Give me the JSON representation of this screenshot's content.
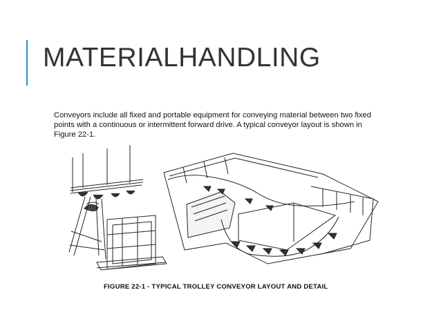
{
  "slide": {
    "title": "MATERIALHANDLING",
    "accent_color": "#2e8ec2",
    "body_lines": [
      "Conveyors include all fixed and portable equipment for conveying material between two fixed",
      "points with a continuous or intermittent forward drive.  A typical conveyor layout is shown in",
      "Figure 22-1."
    ],
    "figure": {
      "caption": "FIGURE 22-1  -  TYPICAL TROLLEY CONVEYOR LAYOUT AND DETAIL",
      "panels": [
        "trolley-detail",
        "conveyor-layout"
      ]
    }
  }
}
